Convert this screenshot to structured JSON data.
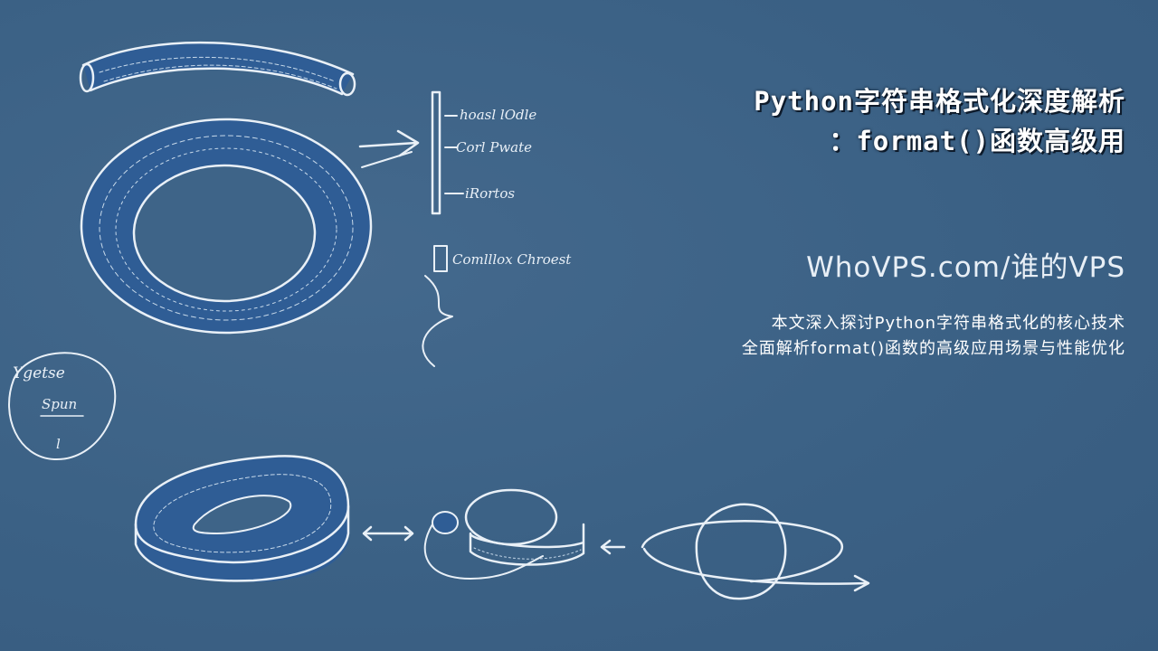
{
  "title": {
    "line1": "Python字符串格式化深度解析",
    "line2": "：format()函数高级用"
  },
  "brand": "WhoVPS.com/谁的VPS",
  "description": {
    "line1": "本文深入探讨Python字符串格式化的核心技术",
    "line2": "全面解析format()函数的高级应用场景与性能优化"
  },
  "sketch_labels": {
    "label1": "hoasl lOdle",
    "label2": "Corl Pwate",
    "label3": "iRortos",
    "label4": "Comlllox Chroest",
    "circle_line1": "Ygetse",
    "circle_line2": "Spun",
    "circle_line3": "l"
  },
  "colors": {
    "background": "#3d6386",
    "sketch_blue": "#2f5d95",
    "line": "#e9f0f7"
  }
}
